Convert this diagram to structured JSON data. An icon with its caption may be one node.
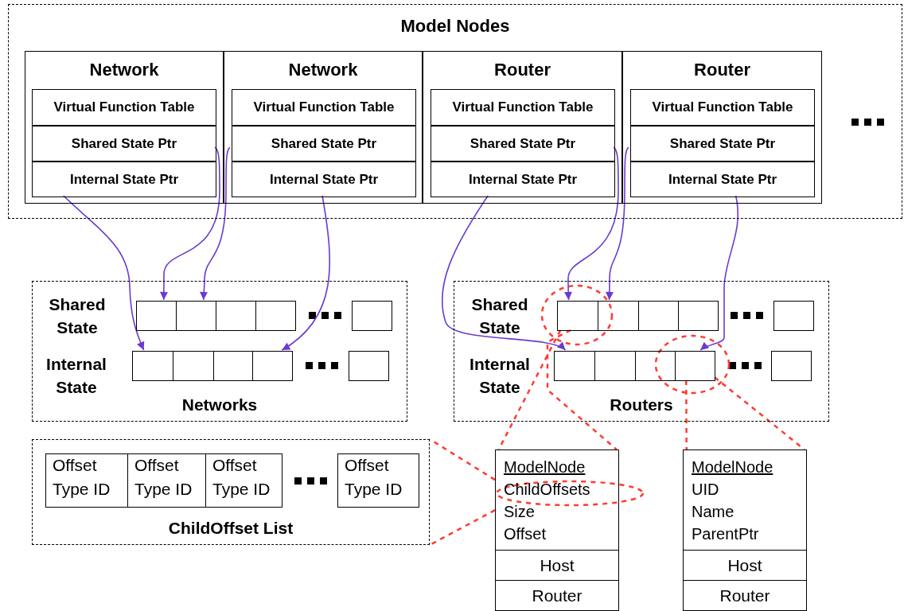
{
  "diagram": {
    "nodes": [
      {
        "text": [
          "Model Nodes"
        ]
      },
      {
        "text": [
          "Network"
        ],
        "in": 0
      },
      {
        "text": [
          "Virtual Function Table"
        ],
        "in": 1
      },
      {
        "text": [
          "Shared State Ptr"
        ],
        "in": 1
      },
      {
        "text": [
          "Internal State Ptr"
        ],
        "in": 1
      },
      {
        "text": [
          "Network"
        ],
        "in": 0
      },
      {
        "text": [
          "Virtual Function Table"
        ],
        "in": 5
      },
      {
        "text": [
          "Shared State Ptr"
        ],
        "in": 5
      },
      {
        "text": [
          "Internal State Ptr"
        ],
        "in": 5
      },
      {
        "text": [
          "Router"
        ],
        "in": 0
      },
      {
        "text": [
          "Virtual Function Table"
        ],
        "in": 9
      },
      {
        "text": [
          "Shared State Ptr"
        ],
        "in": 9
      },
      {
        "text": [
          "Internal State Ptr"
        ],
        "in": 9
      },
      {
        "text": [
          "Router"
        ],
        "in": 0
      },
      {
        "text": [
          "Virtual Function Table"
        ],
        "in": 13
      },
      {
        "text": [
          "Shared State Ptr"
        ],
        "in": 13
      },
      {
        "text": [
          "Internal State Ptr"
        ],
        "in": 13
      },
      {
        "text": [
          "Networks"
        ]
      },
      {
        "text": [],
        "shape": "box",
        "in": 17
      },
      {
        "text": [],
        "shape": "box",
        "in": 17
      },
      {
        "text": [],
        "shape": "box",
        "in": 17
      },
      {
        "text": [],
        "shape": "box",
        "in": 17
      },
      {
        "text": [],
        "shape": "box",
        "in": 17
      },
      {
        "text": [],
        "shape": "box",
        "in": 17
      },
      {
        "text": [],
        "shape": "box",
        "in": 17
      },
      {
        "text": [],
        "shape": "box",
        "in": 17
      },
      {
        "text": [],
        "shape": "box",
        "in": 17
      },
      {
        "text": [],
        "shape": "box",
        "in": 17
      },
      {
        "text": [
          "Routers"
        ]
      },
      {
        "text": [],
        "shape": "box",
        "in": 28
      },
      {
        "text": [],
        "shape": "box",
        "in": 28
      },
      {
        "text": [],
        "shape": "box",
        "in": 28
      },
      {
        "text": [],
        "shape": "box",
        "in": 28
      },
      {
        "text": [],
        "shape": "box",
        "in": 28
      },
      {
        "text": [],
        "shape": "box",
        "in": 28
      },
      {
        "text": [],
        "shape": "box",
        "in": 28
      },
      {
        "text": [],
        "shape": "box",
        "in": 28
      },
      {
        "text": [],
        "shape": "box",
        "in": 28
      },
      {
        "text": [],
        "shape": "box",
        "in": 28
      },
      {
        "text": [
          "ChildOffset List"
        ]
      },
      {
        "text": [
          "Offset",
          "Type ID"
        ],
        "in": 39
      },
      {
        "text": [
          "Offset",
          "Type ID"
        ],
        "in": 39
      },
      {
        "text": [
          "Offset",
          "Type ID"
        ],
        "in": 39
      },
      {
        "text": [
          "Offset",
          "Type ID"
        ],
        "in": 39
      },
      {
        "text": [
          "ModelNode",
          "ChildOffsets",
          "Size",
          "Offset"
        ]
      },
      {
        "text": [
          "Host"
        ]
      },
      {
        "text": [
          "Router"
        ]
      },
      {
        "text": [
          "ModelNode",
          "UID",
          "Name",
          "ParentPtr"
        ]
      },
      {
        "text": [
          "Host"
        ]
      },
      {
        "text": [
          "Router"
        ]
      }
    ],
    "edges": [
      {
        "from": 3,
        "to": 18,
        "arrow": "to"
      },
      {
        "from": 4,
        "to": 23,
        "arrow": "to"
      },
      {
        "from": 7,
        "to": 19,
        "arrow": "to"
      },
      {
        "from": 8,
        "to": 26,
        "arrow": "to"
      },
      {
        "from": 11,
        "to": 29,
        "arrow": "to"
      },
      {
        "from": 15,
        "to": 30,
        "arrow": "to"
      },
      {
        "from": 12,
        "to": 34,
        "arrow": "to"
      },
      {
        "from": 16,
        "to": 37,
        "arrow": "to"
      },
      {
        "from": 29,
        "to": 44,
        "arrow": "none",
        "style": "dashed",
        "color": "#ff3b30"
      },
      {
        "from": 37,
        "to": 47,
        "arrow": "none",
        "style": "dashed",
        "color": "#ff3b30"
      },
      {
        "from": 44,
        "to": 39,
        "arrow": "none",
        "style": "dashed",
        "color": "#ff3b30"
      },
      {
        "from": 29,
        "to": 44,
        "arrow": "none",
        "style": "dashed",
        "color": "#ff3b30"
      },
      {
        "from": 37,
        "to": 47,
        "arrow": "none",
        "style": "dashed",
        "color": "#ff3b30"
      },
      {
        "from": 44,
        "to": 39,
        "arrow": "none",
        "style": "dashed",
        "color": "#ff3b30"
      }
    ],
    "labels": [
      "Shared State",
      "Internal State",
      "Shared State",
      "Internal State"
    ]
  }
}
